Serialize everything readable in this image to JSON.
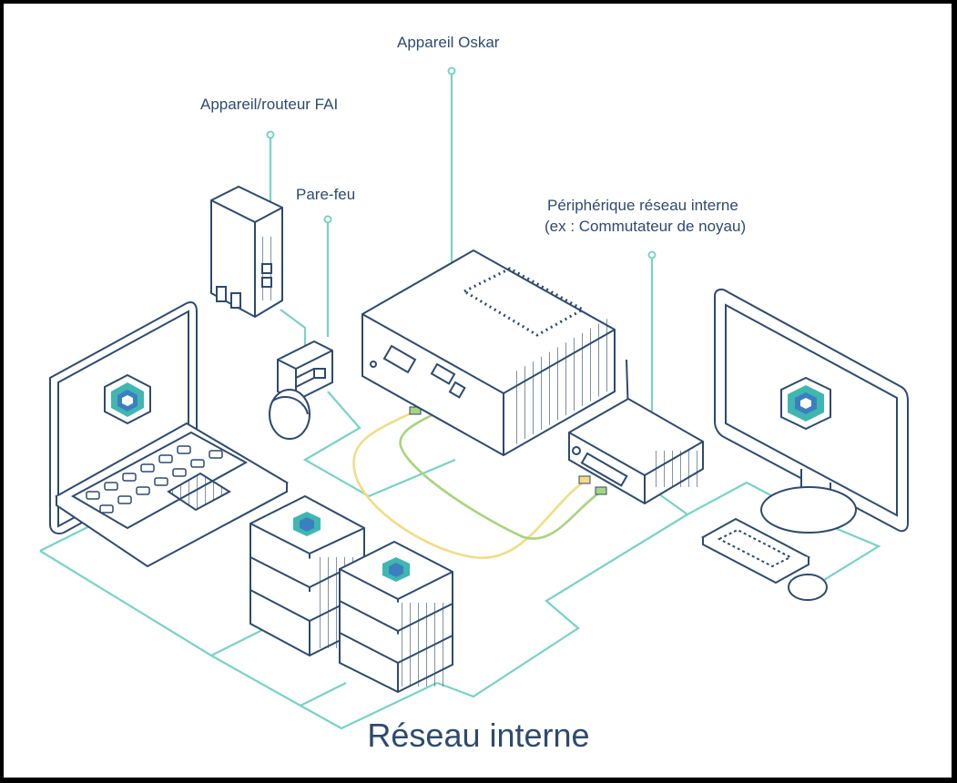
{
  "labels": {
    "oskar": "Appareil Oskar",
    "isp": "Appareil/routeur FAI",
    "firewall": "Pare-feu",
    "switch_line1": "Périphérique réseau interne",
    "switch_line2": "(ex : Commutateur de noyau)"
  },
  "title": "Réseau interne",
  "colors": {
    "outline": "#2e4a6e",
    "network_line": "#79d2c4",
    "cable_yellow": "#f2dc86",
    "cable_green": "#a8d47e",
    "logo_teal": "#3fb7b0",
    "logo_blue": "#3c7fc1"
  }
}
